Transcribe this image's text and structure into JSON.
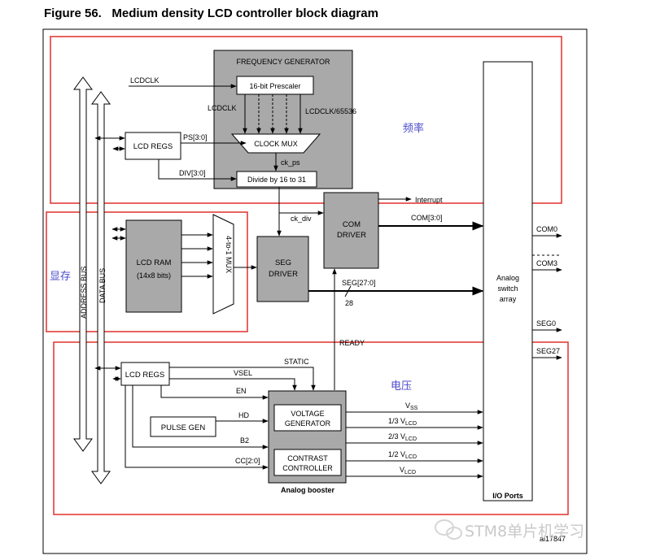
{
  "figure": {
    "title": "Figure 56.   Medium density LCD controller block diagram",
    "code": "ai17847"
  },
  "regions": {
    "frequency": "频率",
    "memory": "显存",
    "voltage": "电压"
  },
  "buses": {
    "address": "ADDRESS BUS",
    "data": "DATA BUS"
  },
  "freq_gen": {
    "title": "FREQUENCY GENERATOR",
    "prescaler": "16-bit Prescaler",
    "clock_mux": "CLOCK MUX",
    "divider": "Divide by 16 to 31",
    "ck_ps": "ck_ps",
    "lcdclk_left": "LCDCLK",
    "lcdclk_right": "LCDCLK/65536"
  },
  "inputs": {
    "lcdclk": "LCDCLK"
  },
  "lcd_regs_top": {
    "label": "LCD REGS",
    "ps": "PS[3:0]",
    "div": "DIV[3:0]"
  },
  "lcd_ram": {
    "line1": "LCD RAM",
    "line2": "(14x8 bits)"
  },
  "mux": {
    "label": "4-to-1 MUX"
  },
  "seg_driver": {
    "line1": "SEG",
    "line2": "DRIVER",
    "bus": "SEG[27:0]",
    "width": "28"
  },
  "com_driver": {
    "line1": "COM",
    "line2": "DRIVER",
    "bus": "COM[3:0]"
  },
  "signals": {
    "ck_div": "ck_div",
    "interrupt": "Interrupt",
    "ready": "READY"
  },
  "analog_switch": {
    "line1": "Analog",
    "line2": "switch",
    "line3": "array",
    "footer": "I/O Ports"
  },
  "outputs": {
    "com0": "COM0",
    "com3": "COM3",
    "seg0": "SEG0",
    "seg27": "SEG27"
  },
  "lcd_regs_bottom": {
    "label": "LCD REGS",
    "static": "STATIC",
    "vsel": "VSEL",
    "en": "EN",
    "hd": "HD",
    "b2": "B2",
    "cc": "CC[2:0]"
  },
  "pulse_gen": {
    "label": "PULSE GEN"
  },
  "analog_booster": {
    "label": "Analog booster",
    "voltage_gen": {
      "line1": "VOLTAGE",
      "line2": "GENERATOR"
    },
    "contrast": {
      "line1": "CONTRAST",
      "line2": "CONTROLLER"
    }
  },
  "voltages": {
    "vss": {
      "base": "V",
      "sub": "SS"
    },
    "v13": {
      "base": "1/3 V",
      "sub": "LCD"
    },
    "v23": {
      "base": "2/3 V",
      "sub": "LCD"
    },
    "v12": {
      "base": "1/2 V",
      "sub": "LCD"
    },
    "vlcd": {
      "base": "V",
      "sub": "LCD"
    }
  },
  "watermark": {
    "text": "STM8单片机学习"
  },
  "colors": {
    "region_border": "#e0312b",
    "block_fill": "#a9a9a9",
    "outline": "#000000",
    "chinese_label": "#4a4acb",
    "watermark": "#c9c9c9"
  }
}
